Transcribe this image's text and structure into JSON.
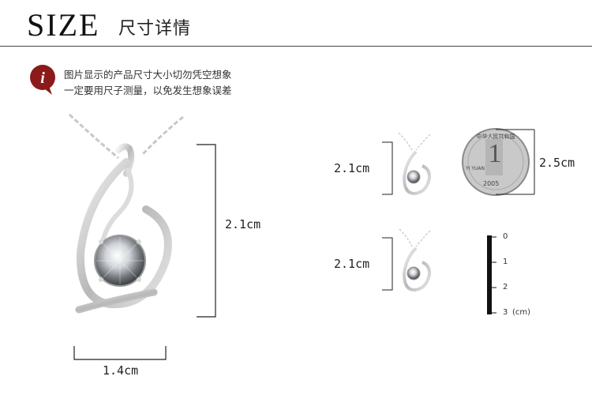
{
  "header": {
    "title_en": "SIZE",
    "title_cn": "尺寸详情"
  },
  "notice": {
    "icon": "info-icon",
    "line1": "图片显示的产品尺寸大小切勿凭空想象",
    "line2": "一定要用尺子测量，以免发生想象误差"
  },
  "main_pendant": {
    "height_label": "2.1cm",
    "width_label": "1.4cm"
  },
  "coin_compare": {
    "pendant_label": "2.1cm",
    "coin_label": "2.5cm",
    "coin_top_text": "中华人民共和国",
    "coin_denomination": "1",
    "coin_unit_text": "YI YUAN",
    "coin_year": "2005"
  },
  "ruler_compare": {
    "pendant_label": "2.1cm",
    "ticks": [
      "0",
      "1",
      "2",
      "3"
    ],
    "unit": "(cm)"
  },
  "colors": {
    "accent_red": "#8b1a1a",
    "text_dark": "#222222",
    "rule_gray": "#444444"
  }
}
